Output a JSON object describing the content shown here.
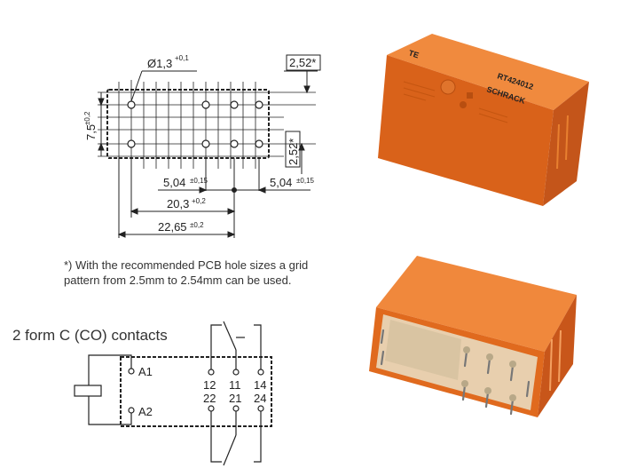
{
  "footprint": {
    "hole_diameter": "Ø1,3",
    "hole_diameter_tol": "+0,1",
    "grid_top": "2,52*",
    "grid_side": "2,52*",
    "row_spacing": "7,5",
    "row_spacing_tol": "±0,2",
    "dim_left_pitch": "5,04",
    "dim_left_pitch_tol": "±0,15",
    "dim_right_pitch": "5,04",
    "dim_right_pitch_tol": "±0,15",
    "dim_span": "20,3",
    "dim_span_tol": "+0,2",
    "dim_overall": "22,65",
    "dim_overall_tol": "±0,2"
  },
  "note": {
    "line1": "*) With the recommended PCB hole sizes a grid",
    "line2": "pattern from 2.5mm to 2.54mm can be used."
  },
  "schematic": {
    "title": "2 form C (CO) contacts",
    "coil_a1": "A1",
    "coil_a2": "A2",
    "pins_top": [
      "12",
      "11",
      "14"
    ],
    "pins_bottom": [
      "22",
      "21",
      "24"
    ]
  },
  "relay_top": {
    "brand": "TE",
    "part": "RT424012",
    "series": "SCHRACK"
  },
  "colors": {
    "relay_orange": "#e06a1e",
    "relay_dark": "#b84e10",
    "relay_light": "#f0883c",
    "line": "#222222"
  }
}
